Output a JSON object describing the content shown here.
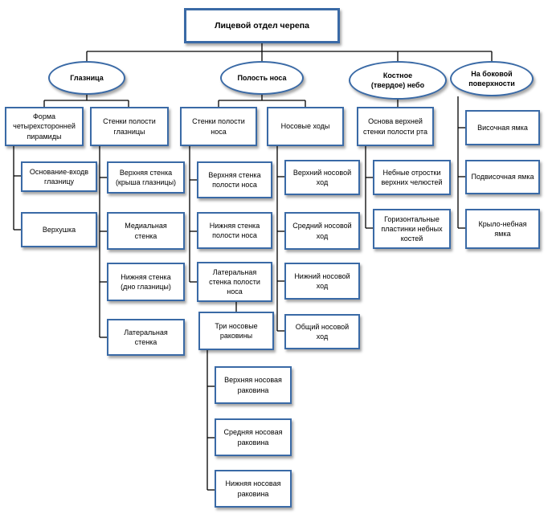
{
  "colors": {
    "border": "#3a6aa6",
    "connector": "#000000"
  },
  "root": {
    "label": "Лицевой  отдел черепа"
  },
  "sections": [
    {
      "label": "Глазница",
      "groups": [
        {
          "label": "Форма\nчетырехсторонней\nпирамиды",
          "items": [
            "Основание-входв\nглазницу",
            "Верхушка"
          ]
        },
        {
          "label": "Стенки полости\nглазницы",
          "items": [
            "Верхняя стенка\n(крыша глазницы)",
            "Медиальная\nстенка",
            "Нижняя стенка\n(дно глазницы)",
            "Латеральная\nстенка"
          ]
        }
      ]
    },
    {
      "label": "Полость носа",
      "groups": [
        {
          "label": "Стенки полости\nноса",
          "items": [
            "Верхняя стенка\nполости носа",
            "Нижняя стенка\nполости носа",
            "Латеральная\nстенка полости\nноса"
          ],
          "subgroup": {
            "label": "Три носовые\nраковины",
            "items": [
              "Верхняя носовая\nраковина",
              "Средняя носовая\nраковина",
              "Нижняя носовая\nраковина"
            ]
          }
        },
        {
          "label": "Носовые ходы",
          "items": [
            "Верхний носовой\nход",
            "Средний носовой\nход",
            "Нижний носовой\nход",
            "Общий носовой\nход"
          ]
        }
      ]
    },
    {
      "label": "Костное\n(твердое) небо",
      "groups": [
        {
          "label": "Основа верхней\nстенки полости рта",
          "items": [
            "Небные отростки\nверхних челюстей",
            "Горизонтальные\nпластинки небных\nкостей"
          ]
        }
      ]
    },
    {
      "label": "На боковой\nповерхности",
      "items": [
        "Височная ямка",
        "Подвисочная ямка",
        "Крыло-небная\nямка"
      ]
    }
  ]
}
